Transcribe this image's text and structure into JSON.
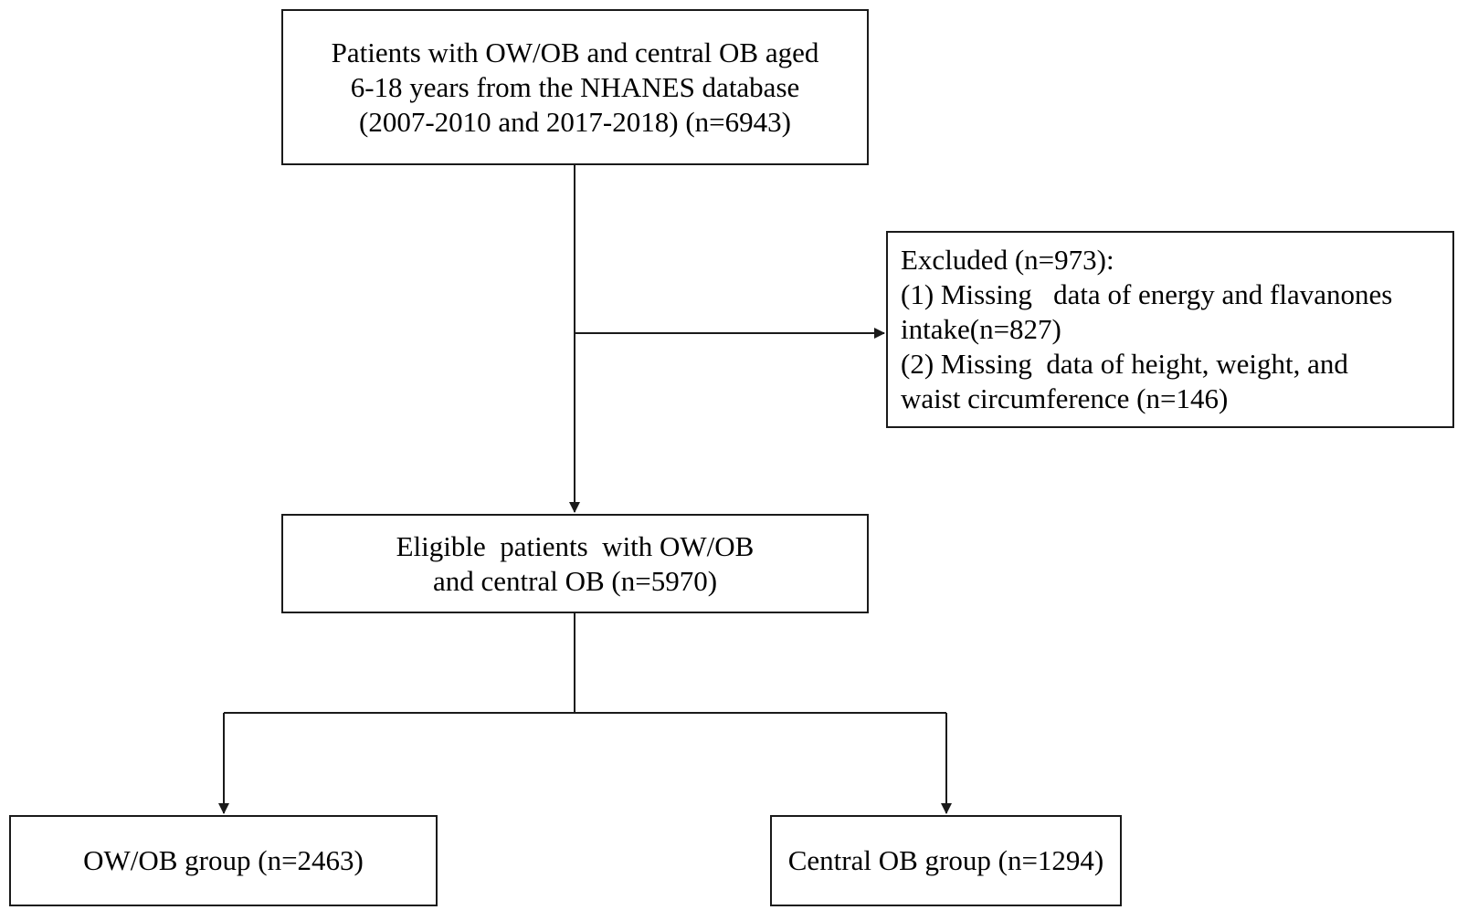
{
  "diagram": {
    "type": "flowchart",
    "nodes": {
      "source": {
        "lines": [
          "Patients with OW/OB and central OB aged",
          "6-18 years from the NHANES database",
          "(2007-2010 and 2017-2018) (n=6943)"
        ]
      },
      "excluded": {
        "lines": [
          "Excluded (n=973):",
          "(1) Missing   data of energy and flavanones",
          "intake(n=827)",
          "(2) Missing  data of height, weight, and",
          "waist circumference (n=146)"
        ]
      },
      "eligible": {
        "lines": [
          "Eligible  patients  with OW/OB",
          "and central OB (n=5970)"
        ]
      },
      "owob_group": {
        "lines": [
          "OW/OB group (n=2463)"
        ]
      },
      "central_group": {
        "lines": [
          "Central OB group (n=1294)"
        ]
      }
    },
    "edges": [
      {
        "from": "source",
        "to": "eligible"
      },
      {
        "from": "source",
        "to": "excluded"
      },
      {
        "from": "eligible",
        "to": "owob_group"
      },
      {
        "from": "eligible",
        "to": "central_group"
      }
    ],
    "colors": {
      "line": "#1a1a1a",
      "box_border": "#1a1a1a",
      "background": "#ffffff",
      "text": "#000000"
    }
  }
}
